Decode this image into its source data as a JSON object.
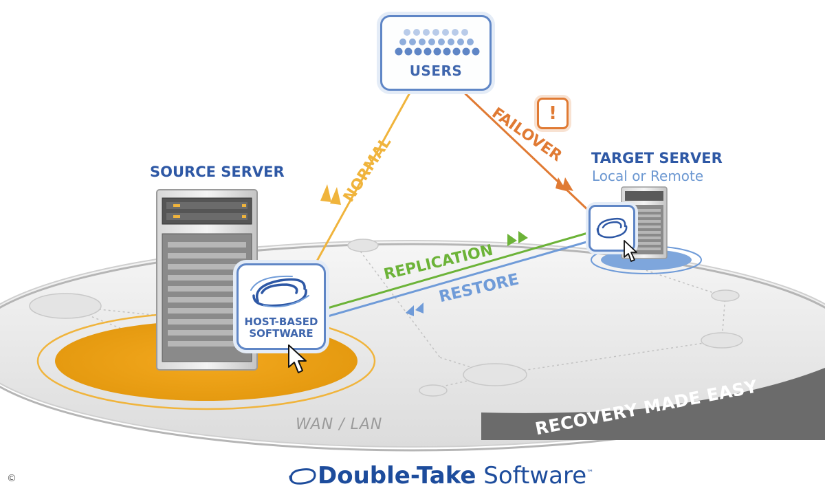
{
  "users": {
    "label": "USERS"
  },
  "alert": {
    "symbol": "!"
  },
  "source_server": {
    "title": "SOURCE SERVER"
  },
  "target_server": {
    "title": "TARGET SERVER",
    "subtitle": "Local or Remote"
  },
  "host_software": {
    "line1": "HOST-BASED",
    "line2": "SOFTWARE"
  },
  "paths": {
    "normal": "NORMAL",
    "failover": "FAILOVER",
    "replication": "REPLICATION",
    "restore": "RESTORE"
  },
  "network": {
    "label": "WAN / LAN"
  },
  "banner": {
    "text": "RECOVERY MADE EASY"
  },
  "brand": {
    "name_part1": "Double-Take",
    "name_part2": "Software",
    "tm": "™"
  },
  "copyright": {
    "symbol": "©"
  },
  "colors": {
    "normal": "#f0b43c",
    "failover": "#e07a33",
    "replication": "#6cb338",
    "restore": "#6f9bd8",
    "accent_blue": "#3f66ad",
    "disc_fill": "#ededed",
    "banner_bg": "#6b6b6b",
    "source_ring": "#f0b43c"
  }
}
